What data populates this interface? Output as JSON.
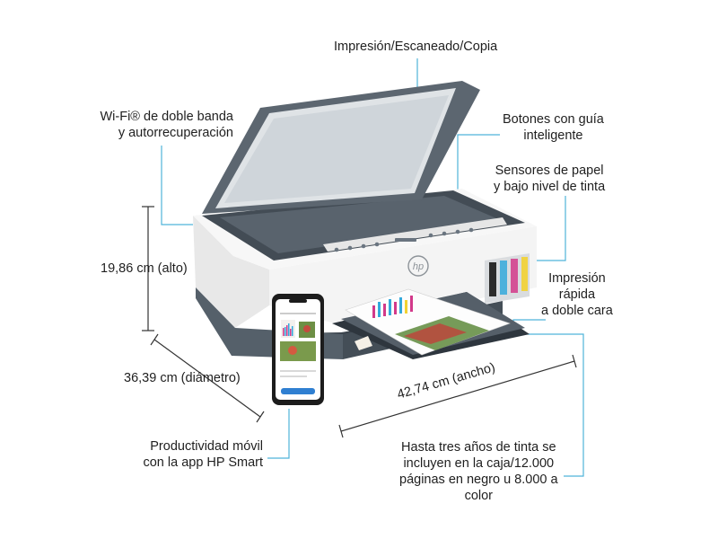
{
  "labels": {
    "print_scan_copy": "Impresión/Escaneado/Copia",
    "wifi": [
      "Wi-Fi® de doble banda",
      "y autorrecuperación"
    ],
    "buttons": [
      "Botones con guía",
      "inteligente"
    ],
    "sensors": [
      "Sensores de papel",
      "y bajo nivel de tinta"
    ],
    "duplex": [
      "Impresión",
      "rápida",
      "a doble cara"
    ],
    "height": "19,86 cm (alto)",
    "depth": "36,39 cm (diámetro)",
    "width": "42,74 cm (ancho)",
    "mobile": [
      "Productividad móvil",
      "con la app HP Smart"
    ],
    "ink": [
      "Hasta tres años de tinta se",
      "incluyen en la caja/12.000",
      "páginas en negro u 8.000 a",
      "color"
    ]
  },
  "brand_logo": "hp",
  "colors": {
    "callout": "#4fb3d9",
    "printer_body": "#f2f2f2",
    "printer_dark": "#4a5560",
    "ink_cyan": "#33a9dc",
    "ink_magenta": "#d2398a",
    "ink_yellow": "#f2d232",
    "ink_black": "#2b2b2b"
  }
}
